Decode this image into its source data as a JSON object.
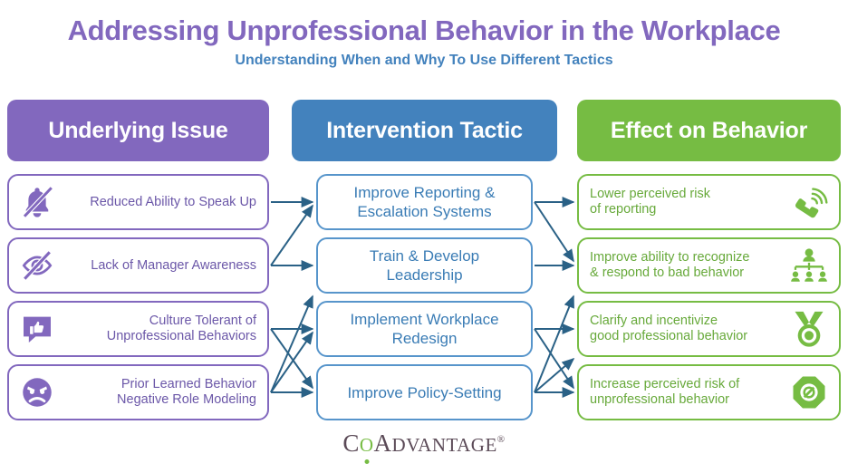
{
  "title": "Addressing Unprofessional Behavior in the Workplace",
  "subtitle": "Understanding When and Why To Use Different Tactics",
  "colors": {
    "purple": "#8268BE",
    "blue": "#4382BD",
    "green": "#76BC43",
    "arrow": "#2A6186",
    "logo_text": "#5B4A57"
  },
  "columns": {
    "left_header": "Underlying Issue",
    "middle_header": "Intervention Tactic",
    "right_header": "Effect on Behavior"
  },
  "issues": [
    {
      "id": "issue-1",
      "icon": "bell-slash-icon",
      "lines": [
        "Reduced Ability to Speak Up"
      ]
    },
    {
      "id": "issue-2",
      "icon": "eye-slash-icon",
      "lines": [
        "Lack of Manager Awareness"
      ]
    },
    {
      "id": "issue-3",
      "icon": "thumbs-up-comment-icon",
      "lines": [
        "Culture Tolerant of",
        "Unprofessional Behaviors"
      ]
    },
    {
      "id": "issue-4",
      "icon": "angry-face-icon",
      "lines": [
        "Prior Learned Behavior",
        "Negative Role Modeling"
      ]
    }
  ],
  "tactics": [
    {
      "id": "tactic-1",
      "lines": [
        "Improve Reporting &",
        "Escalation Systems"
      ]
    },
    {
      "id": "tactic-2",
      "lines": [
        "Train & Develop",
        "Leadership"
      ]
    },
    {
      "id": "tactic-3",
      "lines": [
        "Implement Workplace",
        "Redesign"
      ]
    },
    {
      "id": "tactic-4",
      "lines": [
        "Improve Policy-Setting"
      ]
    }
  ],
  "effects": [
    {
      "id": "effect-1",
      "icon": "ringing-phone-icon",
      "lines": [
        "Lower perceived risk",
        "of reporting"
      ]
    },
    {
      "id": "effect-2",
      "icon": "org-chart-people-icon",
      "lines": [
        "Improve ability to recognize",
        "& respond to bad behavior"
      ]
    },
    {
      "id": "effect-3",
      "icon": "medal-award-icon",
      "lines": [
        "Clarify and incentivize",
        "good professional behavior"
      ]
    },
    {
      "id": "effect-4",
      "icon": "prohibited-sign-icon",
      "lines": [
        "Increase perceived risk of",
        "unprofessional behavior"
      ]
    }
  ],
  "logo": {
    "c": "C",
    "o": "O",
    "advantage": "ADVANTAGE",
    "e": "E",
    "registered": "®"
  }
}
